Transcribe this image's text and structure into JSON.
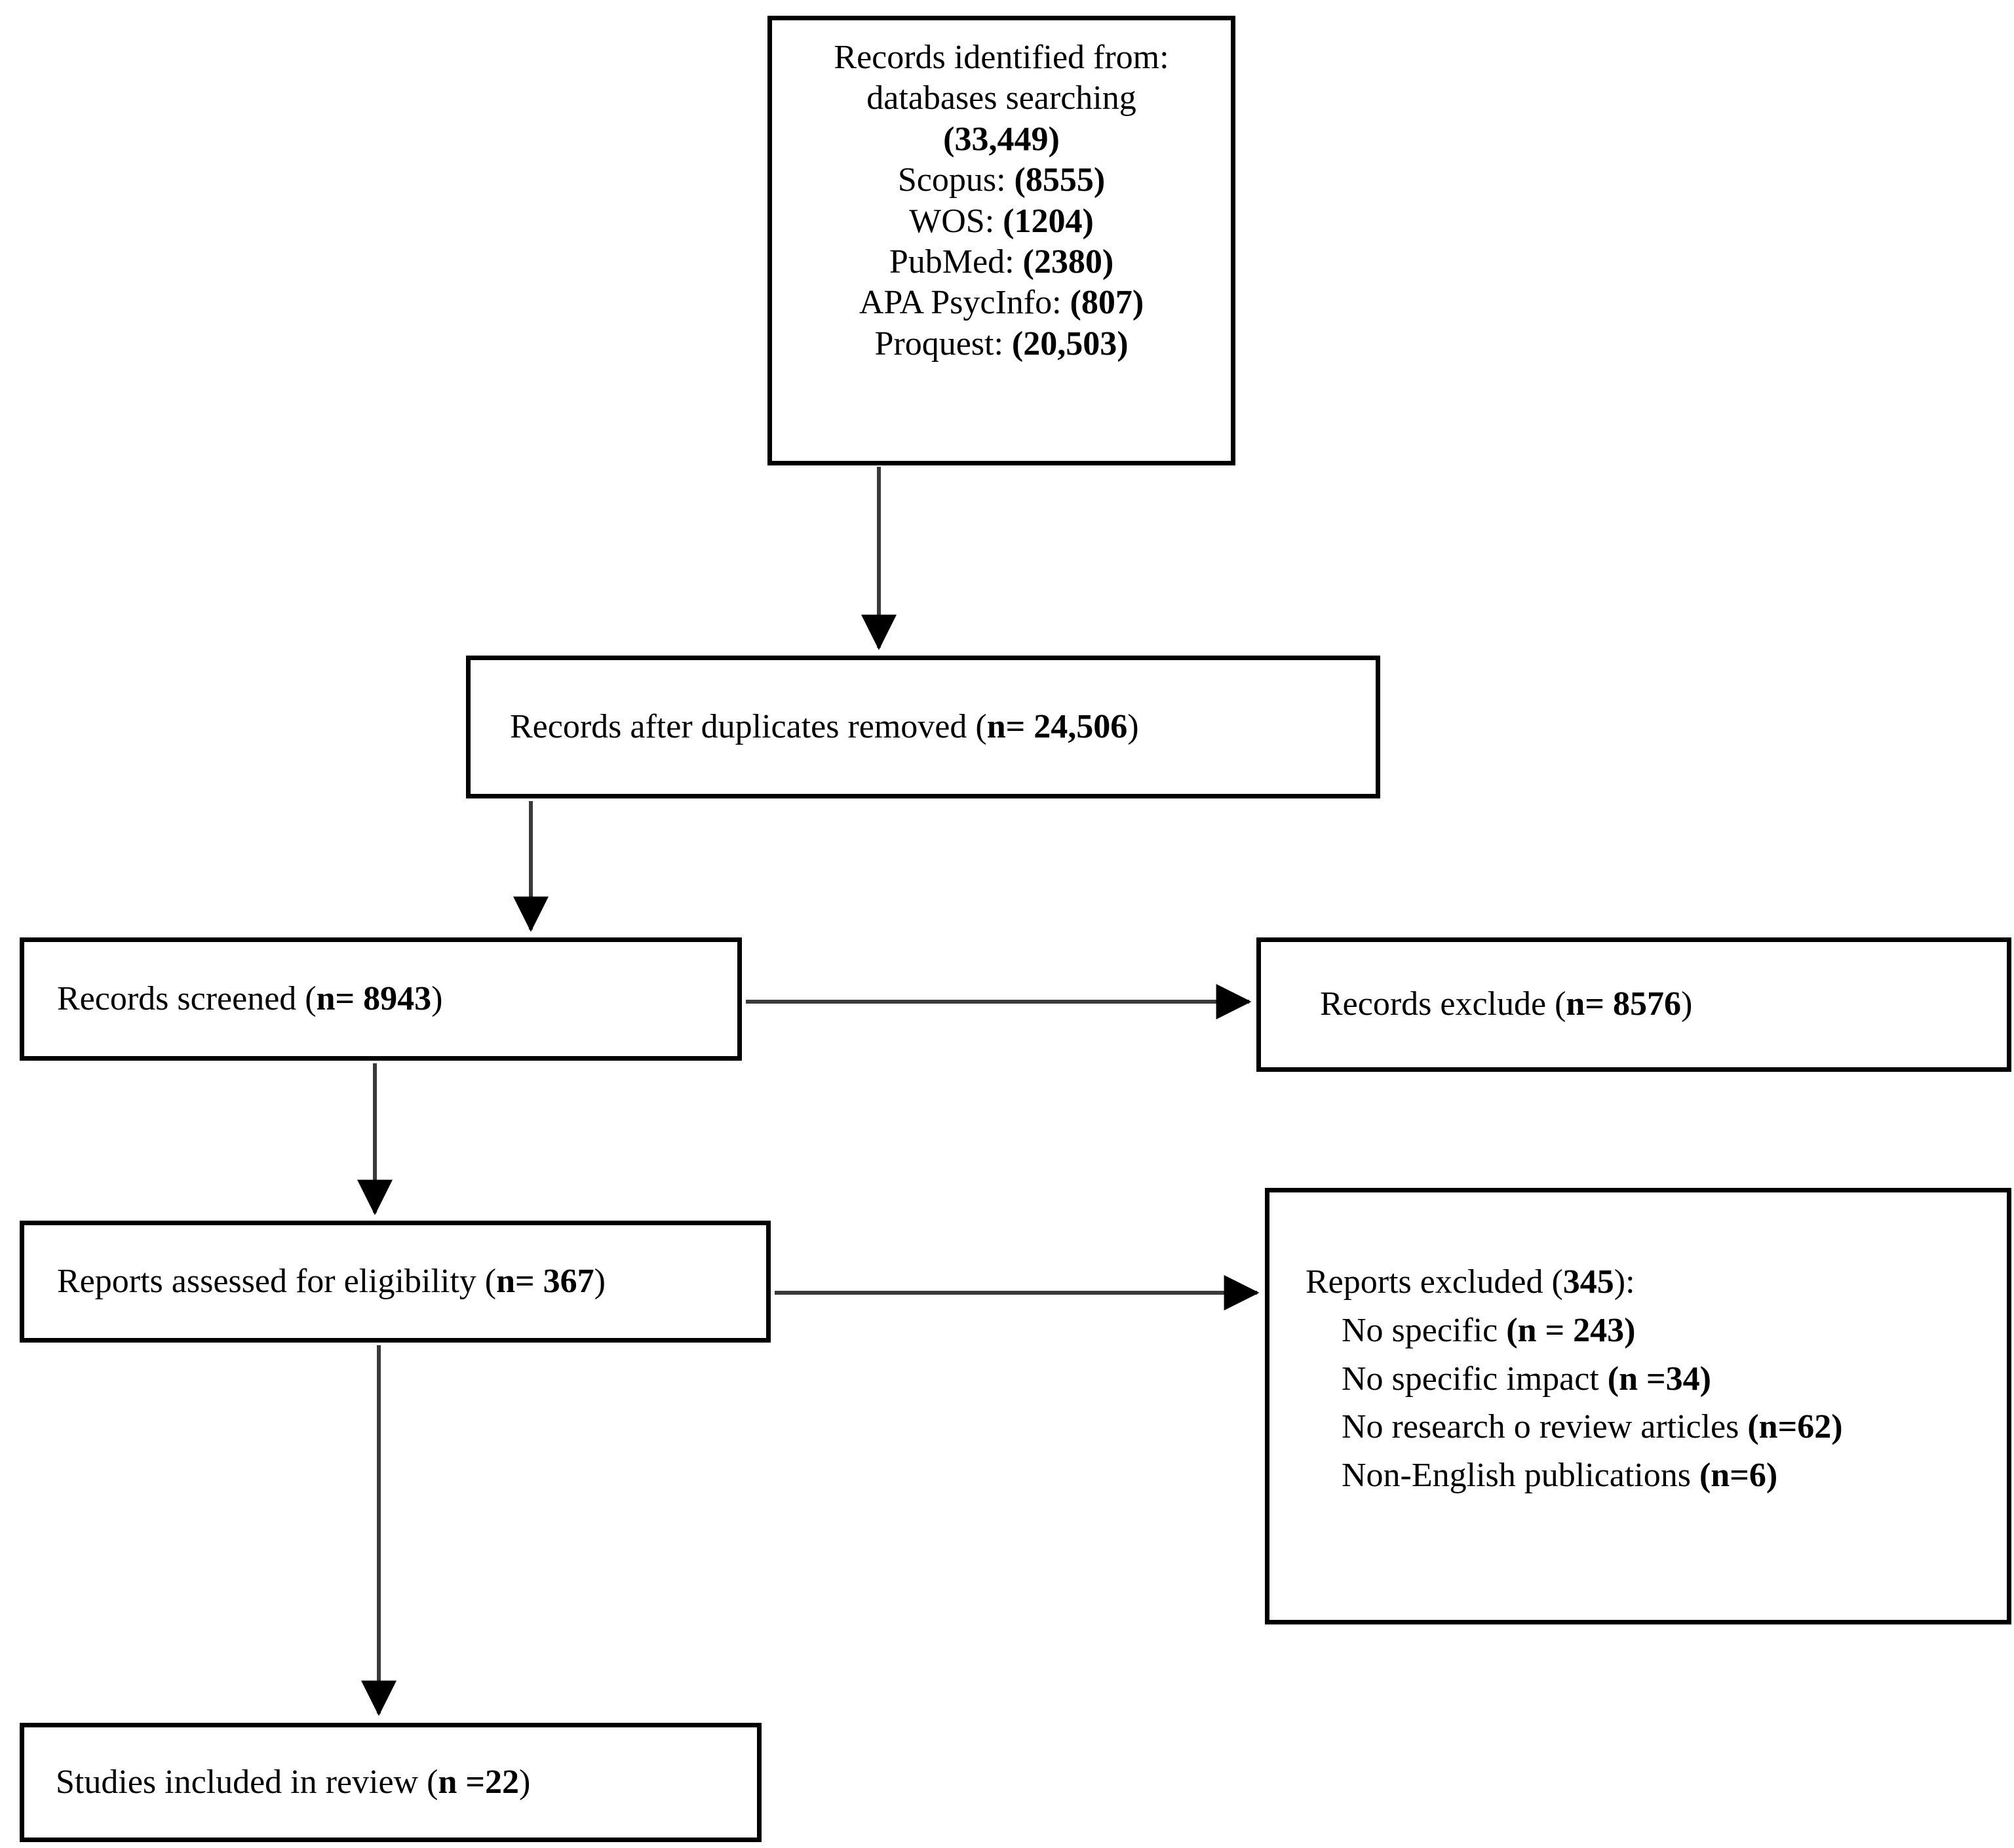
{
  "diagram": {
    "type": "prisma-flow-diagram",
    "colors": {
      "border": "#000000",
      "background": "#ffffff",
      "text": "#000000"
    },
    "identification": {
      "lines": [
        {
          "text": "Records identified from:",
          "bold": false
        },
        {
          "text": "databases searching",
          "bold": false
        },
        {
          "text": "(33,449)",
          "bold": true
        },
        {
          "label": "Scopus: ",
          "value": "(8555)"
        },
        {
          "label": "WOS: ",
          "value": "(1204)"
        },
        {
          "label": "PubMed: ",
          "value": "(2380)"
        },
        {
          "label": "APA PsycInfo: ",
          "value": "(807)"
        },
        {
          "label": "Proquest: ",
          "value": "(20,503)"
        }
      ],
      "line0": "Records identified from:",
      "line1": "databases searching",
      "line2": "(33,449)",
      "line3_label": "Scopus: ",
      "line3_value": "(8555)",
      "line4_label": "WOS: ",
      "line4_value": "(1204)",
      "line5_label": "PubMed: ",
      "line5_value": "(2380)",
      "line6_label": "APA PsycInfo: ",
      "line6_value": "(807)",
      "line7_label": "Proquest: ",
      "line7_value": "(20,503)"
    },
    "duplicates": {
      "label": "Records after duplicates removed (",
      "value": "n= 24,506",
      "suffix": ")"
    },
    "screened": {
      "label": "Records screened (",
      "value": "n= 8943",
      "suffix": ")"
    },
    "records_excluded": {
      "label": "Records exclude (",
      "value": "n= 8576",
      "suffix": ")"
    },
    "eligibility": {
      "label": "Reports assessed for eligibility (",
      "value": "n= 367",
      "suffix": ")"
    },
    "reports_excluded": {
      "title_label": "Reports excluded (",
      "title_value": "345",
      "title_suffix": "):",
      "items": [
        {
          "label": "No specific ",
          "value": "(n = 243)"
        },
        {
          "label": "No specific impact ",
          "value": "(n =34)"
        },
        {
          "label": "No research o review articles ",
          "value": "(n=62)"
        },
        {
          "label": "Non-English publications ",
          "value": "(n=6)"
        }
      ],
      "item0_label": "No specific ",
      "item0_value": "(n = 243)",
      "item1_label": "No specific impact ",
      "item1_value": "(n =34)",
      "item2_label": "No research o review articles ",
      "item2_value": "(n=62)",
      "item3_label": "Non-English publications ",
      "item3_value": "(n=6)"
    },
    "included": {
      "label": "Studies included in review (",
      "value": "n =22",
      "suffix": ")"
    },
    "connectors": [
      {
        "name": "identification-to-duplicates",
        "direction": "down"
      },
      {
        "name": "duplicates-to-screened",
        "direction": "down"
      },
      {
        "name": "screened-to-records-excluded",
        "direction": "right"
      },
      {
        "name": "screened-to-eligibility",
        "direction": "down"
      },
      {
        "name": "eligibility-to-reports-excluded",
        "direction": "right"
      },
      {
        "name": "eligibility-to-included",
        "direction": "down"
      }
    ]
  }
}
